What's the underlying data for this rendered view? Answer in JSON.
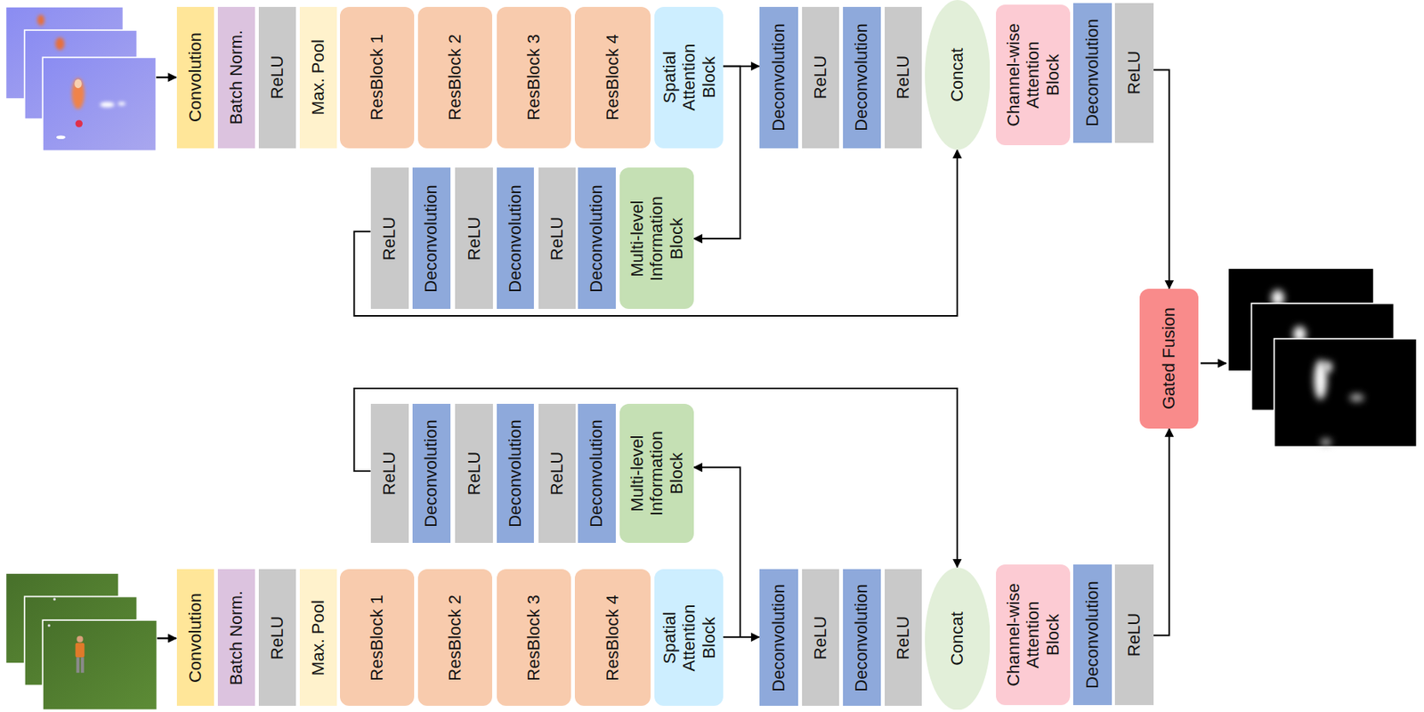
{
  "diagram": {
    "nodes": [
      {
        "text": [
          "Convolution"
        ]
      },
      {
        "text": [
          "Batch Norm."
        ]
      },
      {
        "text": [
          "ReLU"
        ]
      },
      {
        "text": [
          "Max. Pool"
        ]
      },
      {
        "text": [
          "ResBlock 1"
        ]
      },
      {
        "text": [
          "ResBlock 2"
        ]
      },
      {
        "text": [
          "ResBlock 3"
        ]
      },
      {
        "text": [
          "ResBlock 4"
        ]
      },
      {
        "text": [
          "Spatial Attention Block"
        ]
      },
      {
        "text": [
          "Deconvolution"
        ]
      },
      {
        "text": [
          "ReLU"
        ]
      },
      {
        "text": [
          "Deconvolution"
        ]
      },
      {
        "text": [
          "ReLU"
        ]
      },
      {
        "text": [
          "Concat"
        ]
      },
      {
        "text": [
          "Channel-wise Attention Block"
        ]
      },
      {
        "text": [
          "Deconvolution"
        ]
      },
      {
        "text": [
          "ReLU"
        ]
      },
      {
        "text": [
          "ReLU"
        ]
      },
      {
        "text": [
          "Deconvolution"
        ]
      },
      {
        "text": [
          "ReLU"
        ]
      },
      {
        "text": [
          "Deconvolution"
        ]
      },
      {
        "text": [
          "ReLU"
        ]
      },
      {
        "text": [
          "Deconvolution"
        ]
      },
      {
        "text": [
          "Multi-level Information Block"
        ]
      },
      {
        "text": [
          "Gated Fusion"
        ]
      },
      {
        "text": [
          "ReLU"
        ]
      },
      {
        "text": [
          "Deconvolution"
        ]
      },
      {
        "text": [
          "ReLU"
        ]
      },
      {
        "text": [
          "Deconvolution"
        ]
      },
      {
        "text": [
          "ReLU"
        ]
      },
      {
        "text": [
          "Deconvolution"
        ]
      },
      {
        "text": [
          "Multi-level Information Block"
        ]
      },
      {
        "text": [
          "Convolution"
        ]
      },
      {
        "text": [
          "Batch Norm."
        ]
      },
      {
        "text": [
          "ReLU"
        ]
      },
      {
        "text": [
          "Max. Pool"
        ]
      },
      {
        "text": [
          "ResBlock 1"
        ]
      },
      {
        "text": [
          "ResBlock 2"
        ]
      },
      {
        "text": [
          "ResBlock 3"
        ]
      },
      {
        "text": [
          "ResBlock 4"
        ]
      },
      {
        "text": [
          "Spatial Attention Block"
        ]
      },
      {
        "text": [
          "Deconvolution"
        ]
      },
      {
        "text": [
          "ReLU"
        ]
      },
      {
        "text": [
          "Deconvolution"
        ]
      },
      {
        "text": [
          "ReLU"
        ]
      },
      {
        "text": [
          "Concat"
        ]
      },
      {
        "text": [
          "Channel-wise Attention Block"
        ]
      },
      {
        "text": [
          "Deconvolution"
        ]
      },
      {
        "text": [
          "ReLU"
        ]
      }
    ],
    "edges": [
      {
        "from": 8,
        "to": 9,
        "arrow": "to"
      },
      {
        "from": 8,
        "to": 23,
        "arrow": "to"
      },
      {
        "from": 17,
        "to": 13,
        "arrow": "to"
      },
      {
        "from": 16,
        "to": 24,
        "arrow": "to"
      },
      {
        "from": 40,
        "to": 41,
        "arrow": "to"
      },
      {
        "from": 40,
        "to": 31,
        "arrow": "to"
      },
      {
        "from": 25,
        "to": 45,
        "arrow": "to"
      },
      {
        "from": 48,
        "to": 24,
        "arrow": "to"
      }
    ]
  }
}
